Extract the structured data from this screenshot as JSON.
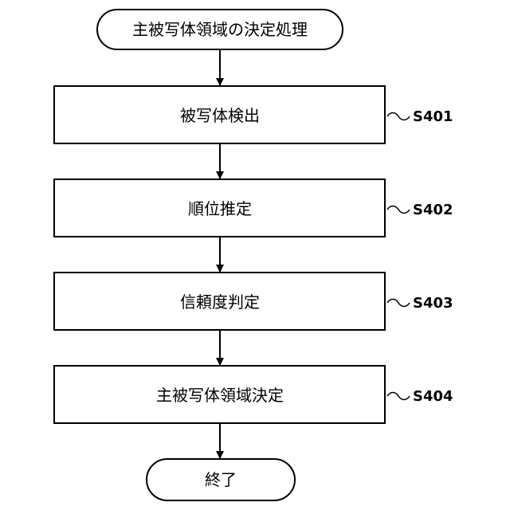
{
  "flowchart": {
    "start_label": "主被写体領域の決定処理",
    "steps": [
      {
        "label": "被写体検出",
        "id": "S401"
      },
      {
        "label": "順位推定",
        "id": "S402"
      },
      {
        "label": "信頼度判定",
        "id": "S403"
      },
      {
        "label": "主被写体領域決定",
        "id": "S404"
      }
    ],
    "end_label": "終了"
  }
}
